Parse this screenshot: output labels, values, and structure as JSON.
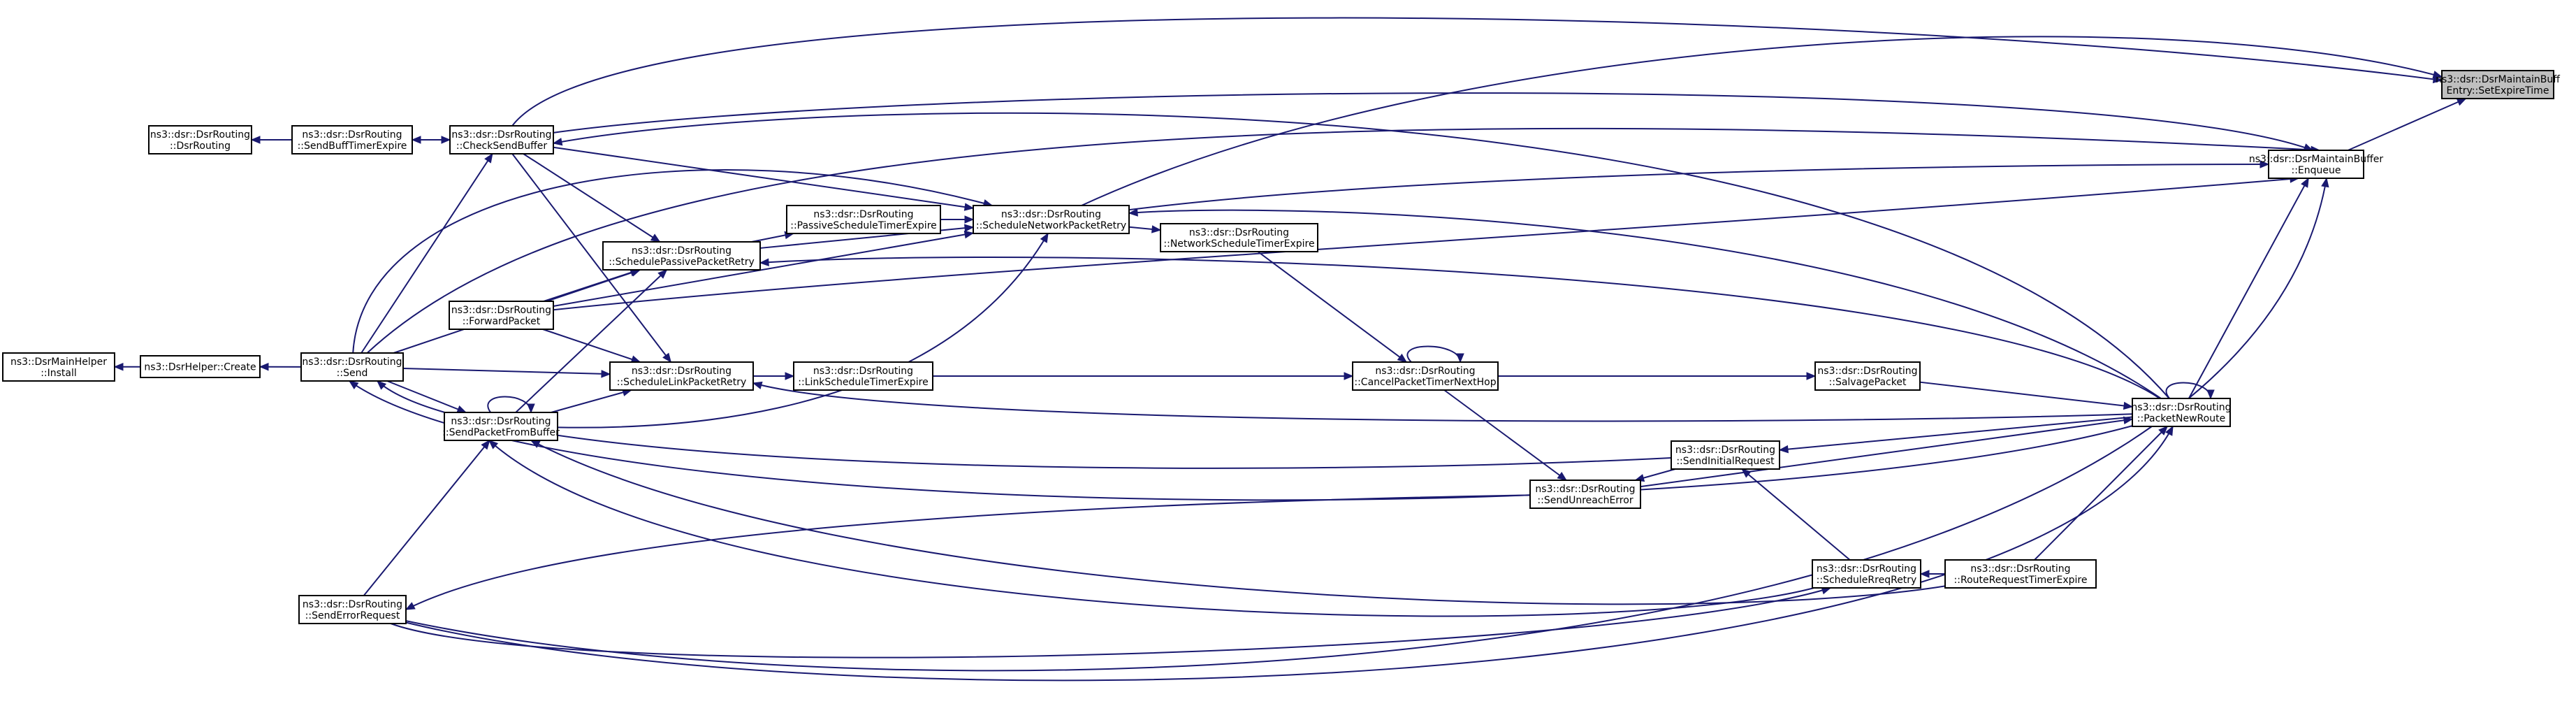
{
  "colors": {
    "edge": "#191970",
    "root_fill": "#bfbfbf",
    "node_fill": "#ffffff",
    "node_stroke": "#000000"
  },
  "nodes": {
    "maintain_set": {
      "lines": [
        "ns3::dsr::DsrMaintainBuff",
        "Entry::SetExpireTime"
      ],
      "root": true
    },
    "maintain_enqueue": {
      "lines": [
        "ns3::dsr::DsrMaintainBuffer",
        "::Enqueue"
      ]
    },
    "packet_new_route": {
      "lines": [
        "ns3::dsr::DsrRouting",
        "::PacketNewRoute"
      ]
    },
    "salvage_packet": {
      "lines": [
        "ns3::dsr::DsrRouting",
        "::SalvagePacket"
      ]
    },
    "route_request_timer": {
      "lines": [
        "ns3::dsr::DsrRouting",
        "::RouteRequestTimerExpire"
      ]
    },
    "schedule_rreq_retry": {
      "lines": [
        "ns3::dsr::DsrRouting",
        "::ScheduleRreqRetry"
      ]
    },
    "send_initial_request": {
      "lines": [
        "ns3::dsr::DsrRouting",
        "::SendInitialRequest"
      ]
    },
    "send_unreach_error": {
      "lines": [
        "ns3::dsr::DsrRouting",
        "::SendUnreachError"
      ]
    },
    "cancel_packet_timer": {
      "lines": [
        "ns3::dsr::DsrRouting",
        "::CancelPacketTimerNextHop"
      ]
    },
    "network_schedule_timer": {
      "lines": [
        "ns3::dsr::DsrRouting",
        "::NetworkScheduleTimerExpire"
      ]
    },
    "schedule_network_retry": {
      "lines": [
        "ns3::dsr::DsrRouting",
        "::ScheduleNetworkPacketRetry"
      ]
    },
    "passive_schedule_timer": {
      "lines": [
        "ns3::dsr::DsrRouting",
        "::PassiveScheduleTimerExpire"
      ]
    },
    "link_schedule_timer": {
      "lines": [
        "ns3::dsr::DsrRouting",
        "::LinkScheduleTimerExpire"
      ]
    },
    "schedule_passive_retry": {
      "lines": [
        "ns3::dsr::DsrRouting",
        "::SchedulePassivePacketRetry"
      ]
    },
    "schedule_link_retry": {
      "lines": [
        "ns3::dsr::DsrRouting",
        "::ScheduleLinkPacketRetry"
      ]
    },
    "send_packet_from_buffer": {
      "lines": [
        "ns3::dsr::DsrRouting",
        "::SendPacketFromBuffer"
      ]
    },
    "forward_packet": {
      "lines": [
        "ns3::dsr::DsrRouting",
        "::ForwardPacket"
      ]
    },
    "check_send_buffer": {
      "lines": [
        "ns3::dsr::DsrRouting",
        "::CheckSendBuffer"
      ]
    },
    "send_buff_timer": {
      "lines": [
        "ns3::dsr::DsrRouting",
        "::SendBuffTimerExpire"
      ]
    },
    "dsr_routing_ctor": {
      "lines": [
        "ns3::dsr::DsrRouting",
        "::DsrRouting"
      ]
    },
    "send": {
      "lines": [
        "ns3::dsr::DsrRouting",
        "::Send"
      ]
    },
    "send_error_request": {
      "lines": [
        "ns3::dsr::DsrRouting",
        "::SendErrorRequest"
      ]
    },
    "helper_create": {
      "lines": [
        "ns3::DsrHelper::Create"
      ]
    },
    "main_helper_install": {
      "lines": [
        "ns3::DsrMainHelper",
        "::Install"
      ]
    }
  }
}
